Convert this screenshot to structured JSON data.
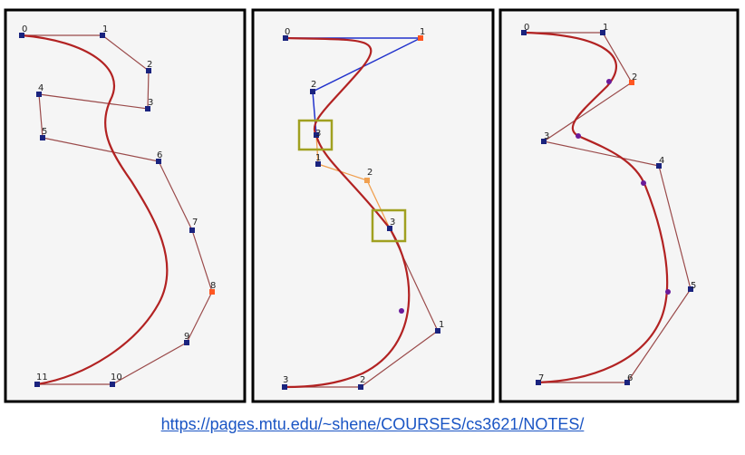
{
  "source_url": "https://pages.mtu.edu/~shene/COURSES/cs3621/NOTES/",
  "colors": {
    "curve": "#b22222",
    "polygon": "#9a4a4a",
    "point": "#1a237e",
    "highlight_point": "#ff5722",
    "blue_polygon": "#2233cc",
    "orange_polygon": "#f0a050",
    "box": "#a0a020",
    "panel_bg": "#f5f5f5",
    "link": "#1a55c4"
  },
  "panels": [
    {
      "name": "left-panel",
      "labels": [
        "0",
        "1",
        "2",
        "3",
        "4",
        "5",
        "6",
        "7",
        "8",
        "9",
        "10",
        "11"
      ]
    },
    {
      "name": "middle-panel",
      "blue_labels": [
        "0",
        "1",
        "2",
        "3"
      ],
      "orange_labels": [
        "1",
        "2",
        "3"
      ],
      "brown_labels": [
        "1",
        "2",
        "3"
      ]
    },
    {
      "name": "right-panel",
      "labels": [
        "0",
        "1",
        "2",
        "3",
        "4",
        "5",
        "6",
        "7"
      ]
    }
  ]
}
